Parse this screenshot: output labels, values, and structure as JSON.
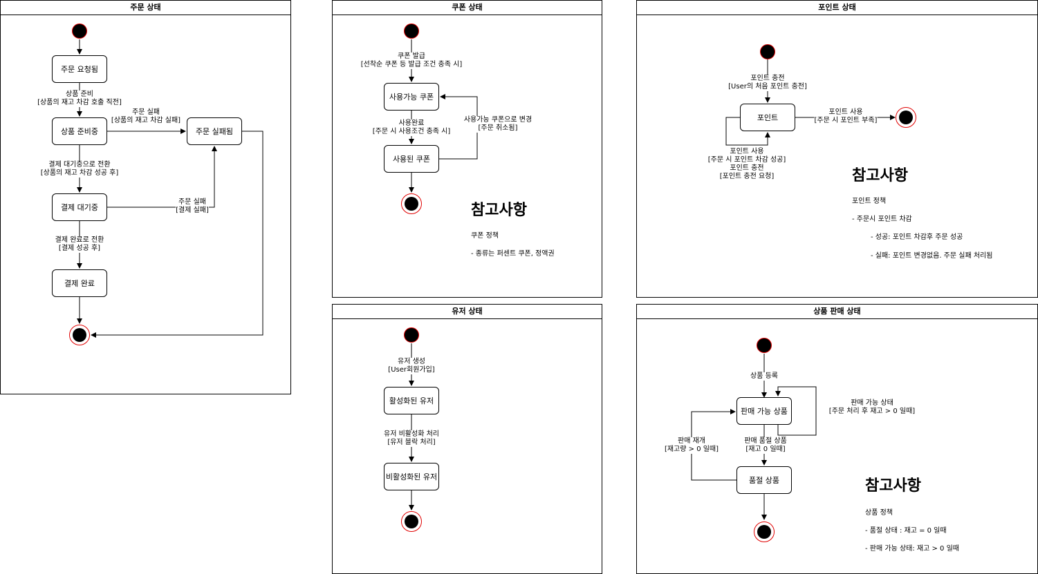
{
  "order": {
    "title": "주문 상태",
    "states": {
      "requested": "주문 요청됨",
      "preparing": "상품 준비중",
      "failed": "주문 실패됨",
      "waiting": "결제 대기중",
      "done": "결제 완료"
    },
    "t_prepare": "상품 준비",
    "t_prepare_cond": "[상품의 재고 차감 호출 직전]",
    "t_fail1": "주문 실패",
    "t_fail1_cond": "[상품의 재고 차감 실패]",
    "t_wait": "결제 대기중으로 전환",
    "t_wait_cond": "[상품의 재고 차감 성공 후]",
    "t_fail2": "주문 실패",
    "t_fail2_cond": "[결제 실패]",
    "t_done": "결제 완료로 전환",
    "t_done_cond": "[결제 성공 후]"
  },
  "coupon": {
    "title": "쿠폰 상태",
    "states": {
      "available": "사용가능 쿠폰",
      "used": "사용된 쿠폰"
    },
    "t_issue": "쿠폰 발급",
    "t_issue_cond": "[선착순 쿠폰 등 발급 조건 충족 시]",
    "t_use": "사용완료",
    "t_use_cond": "[주문 시 사용조건 충족 시]",
    "t_back": "사용가능 쿠폰으로 변경",
    "t_back_cond": "[주문 취소됨]",
    "note_title": "참고사항",
    "note_line1": "쿠폰 정책",
    "note_line2": "- 종류는 퍼센트 쿠폰, 정액권"
  },
  "point": {
    "title": "포인트 상태",
    "states": {
      "point": "포인트"
    },
    "t_charge": "포인트 충전",
    "t_charge_cond": "[User의 처음 포인트 충전]",
    "t_use_fail": "포인트 사용",
    "t_use_fail_cond": "[주문 시 포인트 부족]",
    "t_self_use": "포인트 사용",
    "t_self_use_cond": "[주문 시 포인트 차감 성공]",
    "t_self_charge": "포인트 충전",
    "t_self_charge_cond": "[포인트 충전 요청]",
    "note_title": "참고사항",
    "note_line1": "포인트 정책",
    "note_line2": "- 주문시 포인트 차감",
    "note_line3": "- 성공: 포인트 차감후 주문 성공",
    "note_line4": "- 실패: 포인트 변경없음. 주문 실패 처리됨"
  },
  "user": {
    "title": "유저 상태",
    "states": {
      "active": "활성화된 유저",
      "inactive": "비활성화된 유저"
    },
    "t_create": "유저 생성",
    "t_create_cond": "[User회원가입]",
    "t_deact": "유저 비활성화 처리",
    "t_deact_cond": "[유저 블락 처리]"
  },
  "product": {
    "title": "상품 판매 상태",
    "states": {
      "available": "판매 가능 상품",
      "soldout": "품절 상품"
    },
    "t_register": "상품 등록",
    "t_self": "판매 가능 상태",
    "t_self_cond": "[주문 처리 후 재고 > 0 일때]",
    "t_soldout": "판매 품절 상품",
    "t_soldout_cond": "[재고 0 일때]",
    "t_resume": "판매 재개",
    "t_resume_cond": "[재고량 > 0 일때]",
    "note_title": "참고사항",
    "note_line1": "상품 정책",
    "note_line2": "- 품절 상태 : 재고 = 0 일때",
    "note_line3": "- 판매 가능 상태: 재고 > 0 일때"
  }
}
